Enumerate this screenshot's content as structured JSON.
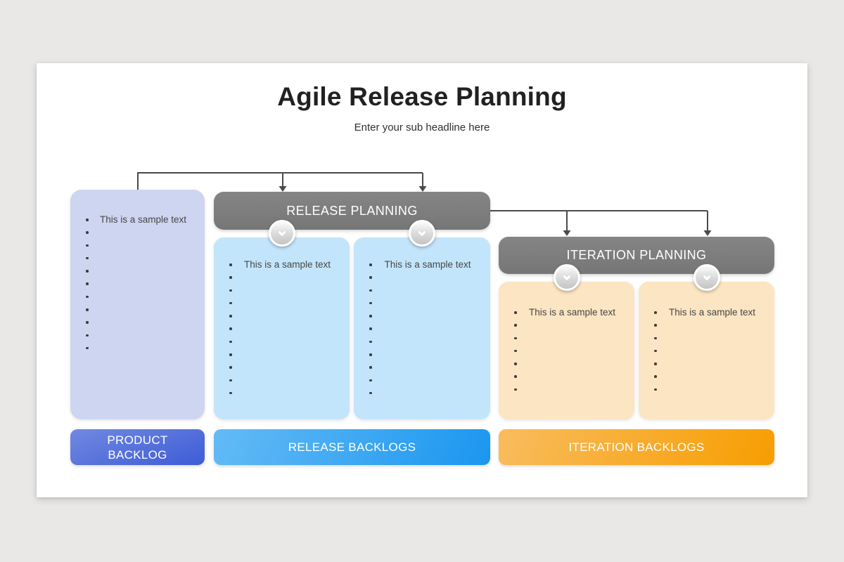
{
  "slide": {
    "title": "Agile Release Planning",
    "subtitle": "Enter your sub headline here"
  },
  "diagram": {
    "sample_text": "This is a sample text",
    "release_planning_label": "RELEASE PLANNING",
    "iteration_planning_label": "ITERATION PLANNING",
    "panels": {
      "product": {
        "bullet_count": 11
      },
      "release_1": {
        "bullet_count": 11
      },
      "release_2": {
        "bullet_count": 11
      },
      "iteration_1": {
        "bullet_count": 7
      },
      "iteration_2": {
        "bullet_count": 7
      }
    },
    "buttons": {
      "product_label": "PRODUCT BACKLOG",
      "release_label": "RELEASE BACKLOGS",
      "iteration_label": "ITERATION BACKLOGS"
    },
    "icons": {
      "badge": "chevron-down"
    }
  },
  "colors": {
    "page_background": "#e9e8e6",
    "slide_background": "#ffffff",
    "header_bar": "#7b7b7b",
    "product_panel": "#cdd5f0",
    "release_panel": "#c3e5fb",
    "iteration_panel": "#fbe5c3",
    "product_button_start": "#7289e0",
    "product_button_end": "#3d5cd7",
    "release_button_start": "#64bbf6",
    "release_button_end": "#1b96f0",
    "iteration_button_start": "#f9bc5e",
    "iteration_button_end": "#f79d00",
    "connector": "#4a4a4a",
    "bullet_text": "#474747",
    "title_text": "#212121"
  }
}
